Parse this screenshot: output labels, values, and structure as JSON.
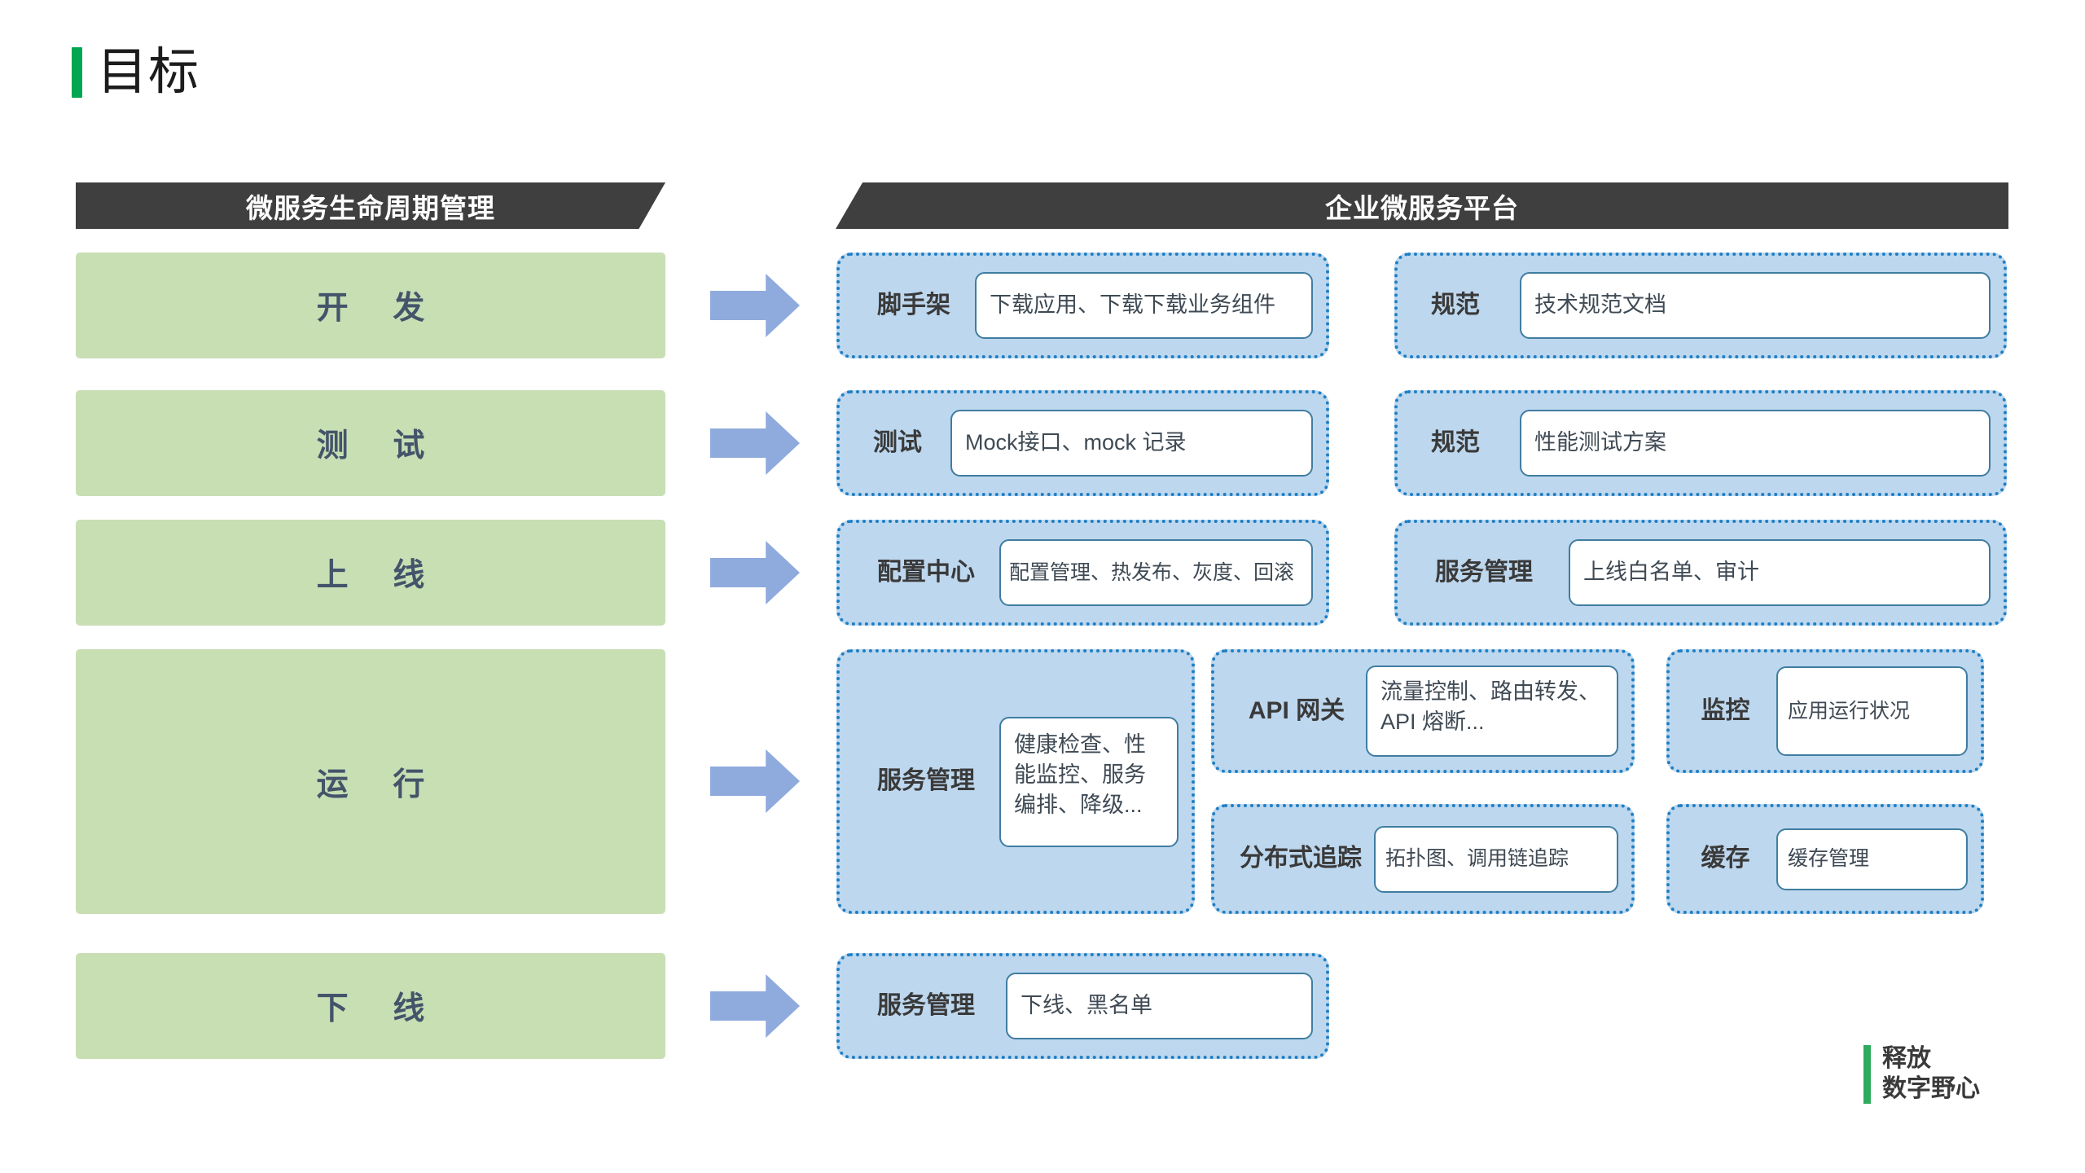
{
  "slide": {
    "title": "目标",
    "accent_color": "#00a650"
  },
  "banners": {
    "left": "微服务生命周期管理",
    "right": "企业微服务平台"
  },
  "colors": {
    "banner_bg": "#3f3f3f",
    "stage_bg": "#c8dfb4",
    "stage_text": "#44546a",
    "card_bg": "#bdd7ee",
    "card_border": "#1f7fc4",
    "detail_border": "#3f7da0",
    "arrow": "#8faadc",
    "footer_accent": "#2eab5e"
  },
  "stages": [
    {
      "label": "开 发"
    },
    {
      "label": "测 试"
    },
    {
      "label": "上 线"
    },
    {
      "label": "运 行"
    },
    {
      "label": "下 线"
    }
  ],
  "arrows": {
    "icon": "right-arrow-icon",
    "count": 5
  },
  "capabilities": {
    "develop": [
      {
        "label": "脚手架",
        "detail": "下载应用、下载下载业务组件"
      },
      {
        "label": "规范",
        "detail": "技术规范文档"
      }
    ],
    "test": [
      {
        "label": "测试",
        "detail": "Mock接口、mock 记录"
      },
      {
        "label": "规范",
        "detail": "性能测试方案"
      }
    ],
    "release": [
      {
        "label": "配置中心",
        "detail": "配置管理、热发布、灰度、回滚"
      },
      {
        "label": "服务管理",
        "detail": "上线白名单、审计"
      }
    ],
    "runtime": [
      {
        "label": "服务管理",
        "detail": "健康检查、性能监控、服务编排、降级..."
      },
      {
        "label": "API 网关",
        "detail": "流量控制、路由转发、API 熔断..."
      },
      {
        "label": "分布式追踪",
        "detail": "拓扑图、调用链追踪"
      },
      {
        "label": "监控",
        "detail": "应用运行状况"
      },
      {
        "label": "缓存",
        "detail": "缓存管理"
      }
    ],
    "offline": [
      {
        "label": "服务管理",
        "detail": "下线、黑名单"
      }
    ]
  },
  "footer": {
    "line1": "释放",
    "line2": "数字野心"
  }
}
